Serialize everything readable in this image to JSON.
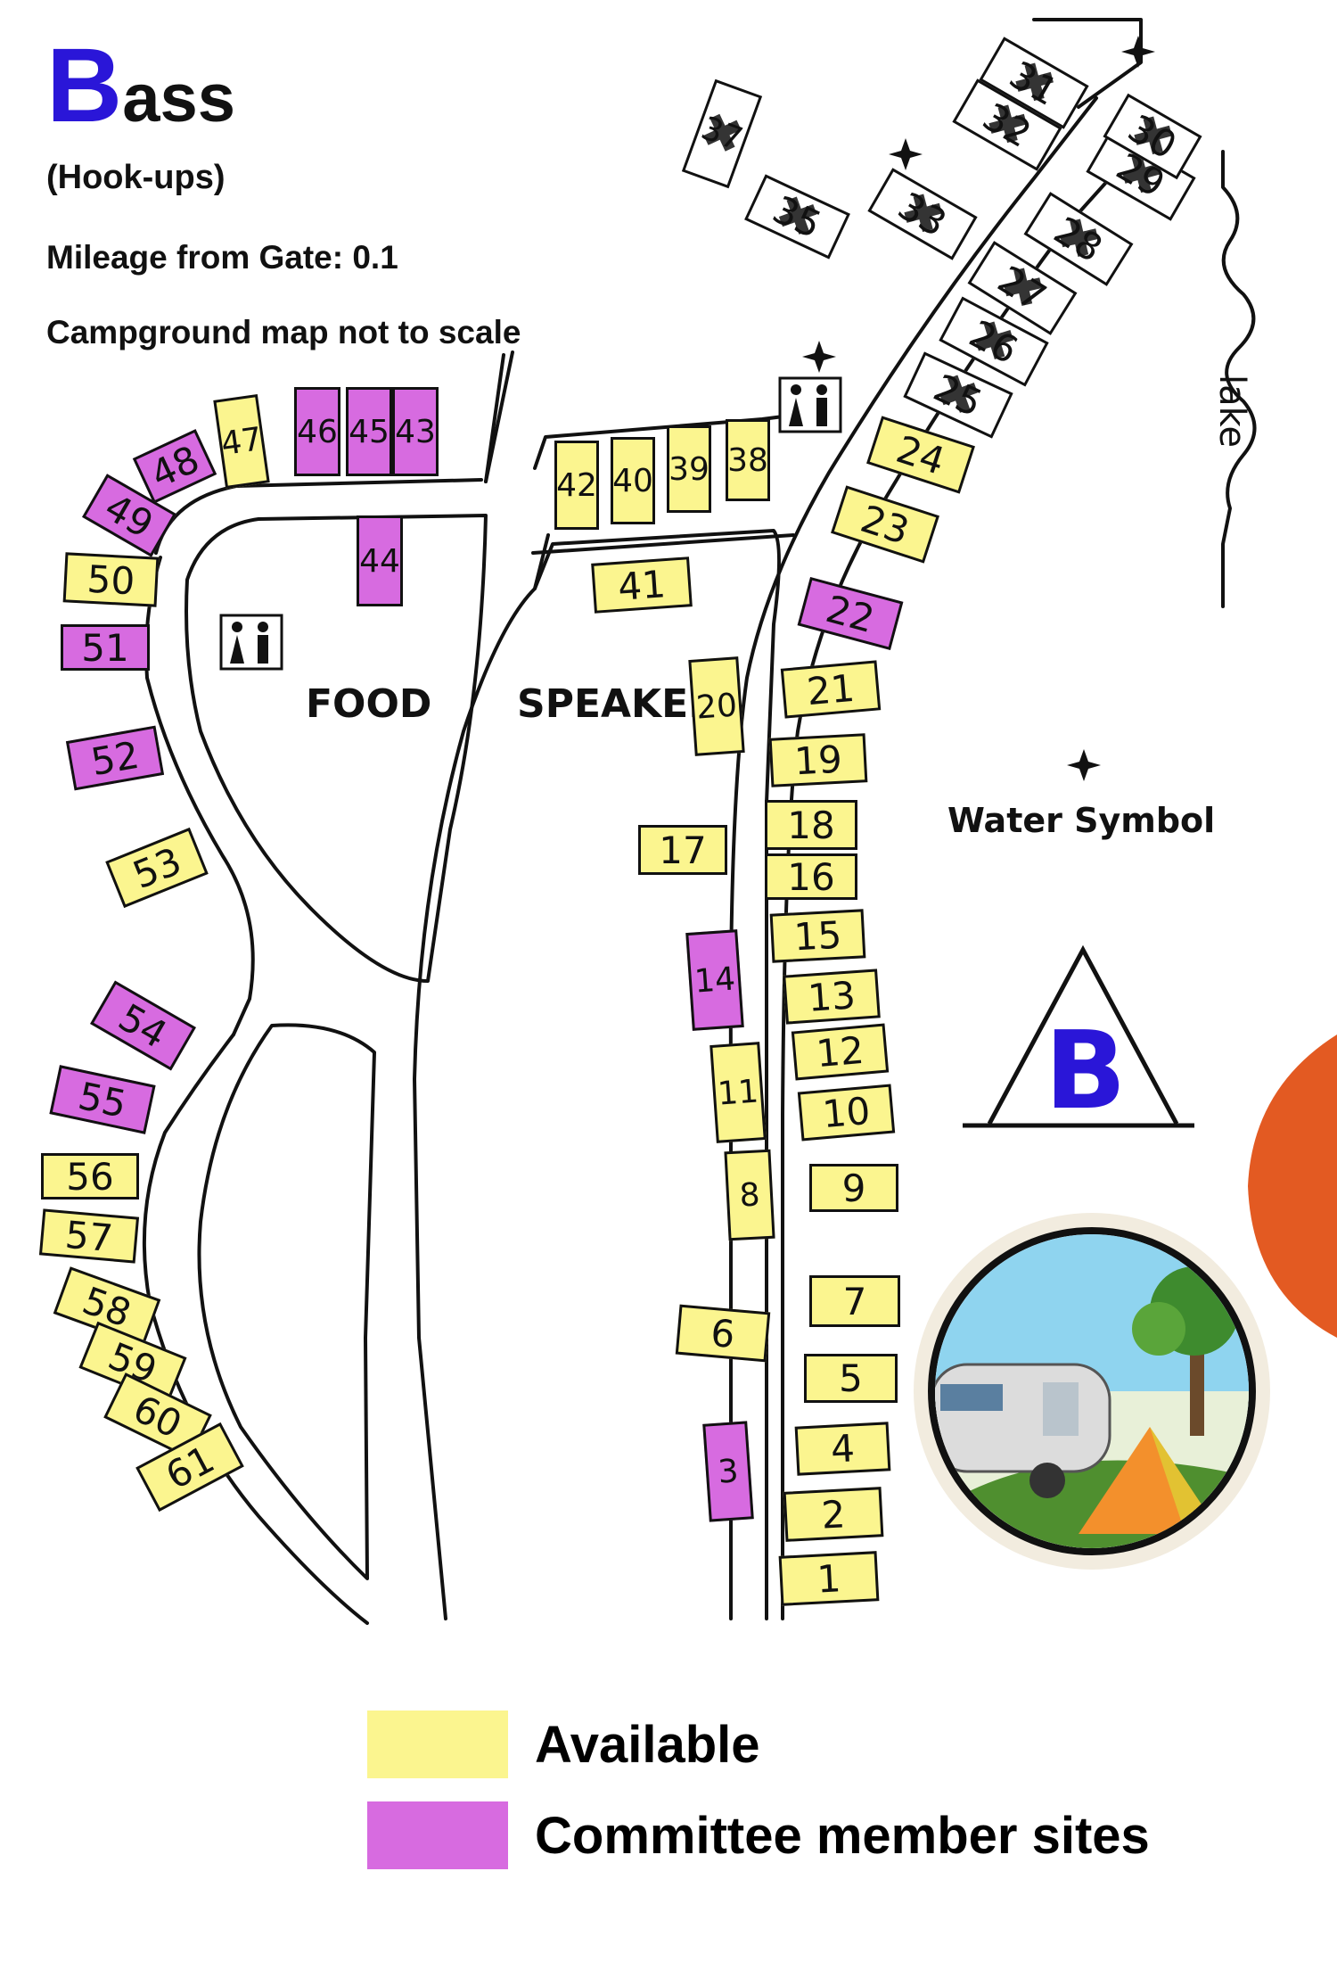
{
  "header": {
    "title_initial": "B",
    "title_rest": "ass",
    "subtitle": "(Hook-ups)",
    "mileage": "Mileage from Gate:  0.1",
    "scale_note": "Campground map not to scale"
  },
  "labels": {
    "food": "FOOD",
    "speaker": "SPEAKER",
    "water_symbol": "Water Symbol",
    "lake": "lake",
    "loop_letter": "B"
  },
  "colors": {
    "available": "#fbf58f",
    "committee": "#d76be0",
    "brand_blue": "#2a16d8",
    "road": "#111111"
  },
  "legend": [
    {
      "label": "Available",
      "status": "available"
    },
    {
      "label": "Committee member sites",
      "status": "committee"
    }
  ],
  "sites": [
    {
      "number": "1",
      "status": "available"
    },
    {
      "number": "2",
      "status": "available"
    },
    {
      "number": "3",
      "status": "committee"
    },
    {
      "number": "4",
      "status": "available"
    },
    {
      "number": "5",
      "status": "available"
    },
    {
      "number": "6",
      "status": "available"
    },
    {
      "number": "7",
      "status": "available"
    },
    {
      "number": "8",
      "status": "available"
    },
    {
      "number": "9",
      "status": "available"
    },
    {
      "number": "10",
      "status": "available"
    },
    {
      "number": "11",
      "status": "available"
    },
    {
      "number": "12",
      "status": "available"
    },
    {
      "number": "13",
      "status": "available"
    },
    {
      "number": "14",
      "status": "committee"
    },
    {
      "number": "15",
      "status": "available"
    },
    {
      "number": "16",
      "status": "available"
    },
    {
      "number": "17",
      "status": "available"
    },
    {
      "number": "18",
      "status": "available"
    },
    {
      "number": "19",
      "status": "available"
    },
    {
      "number": "20",
      "status": "available"
    },
    {
      "number": "21",
      "status": "available"
    },
    {
      "number": "22",
      "status": "committee"
    },
    {
      "number": "23",
      "status": "available"
    },
    {
      "number": "24",
      "status": "available"
    },
    {
      "number": "25",
      "status": "closed"
    },
    {
      "number": "26",
      "status": "closed"
    },
    {
      "number": "27",
      "status": "closed"
    },
    {
      "number": "28",
      "status": "closed"
    },
    {
      "number": "29",
      "status": "closed"
    },
    {
      "number": "30",
      "status": "closed"
    },
    {
      "number": "31",
      "status": "closed"
    },
    {
      "number": "32",
      "status": "closed"
    },
    {
      "number": "33",
      "status": "closed"
    },
    {
      "number": "35",
      "status": "closed"
    },
    {
      "number": "37",
      "status": "closed"
    },
    {
      "number": "38",
      "status": "available"
    },
    {
      "number": "39",
      "status": "available"
    },
    {
      "number": "40",
      "status": "available"
    },
    {
      "number": "41",
      "status": "available"
    },
    {
      "number": "42",
      "status": "available"
    },
    {
      "number": "43",
      "status": "committee"
    },
    {
      "number": "44",
      "status": "committee"
    },
    {
      "number": "45",
      "status": "committee"
    },
    {
      "number": "46",
      "status": "committee"
    },
    {
      "number": "47",
      "status": "available"
    },
    {
      "number": "48",
      "status": "committee"
    },
    {
      "number": "49",
      "status": "committee"
    },
    {
      "number": "50",
      "status": "available"
    },
    {
      "number": "51",
      "status": "committee"
    },
    {
      "number": "52",
      "status": "committee"
    },
    {
      "number": "53",
      "status": "available"
    },
    {
      "number": "54",
      "status": "committee"
    },
    {
      "number": "55",
      "status": "committee"
    },
    {
      "number": "56",
      "status": "available"
    },
    {
      "number": "57",
      "status": "available"
    },
    {
      "number": "58",
      "status": "available"
    },
    {
      "number": "59",
      "status": "available"
    },
    {
      "number": "60",
      "status": "available"
    },
    {
      "number": "61",
      "status": "available"
    }
  ]
}
